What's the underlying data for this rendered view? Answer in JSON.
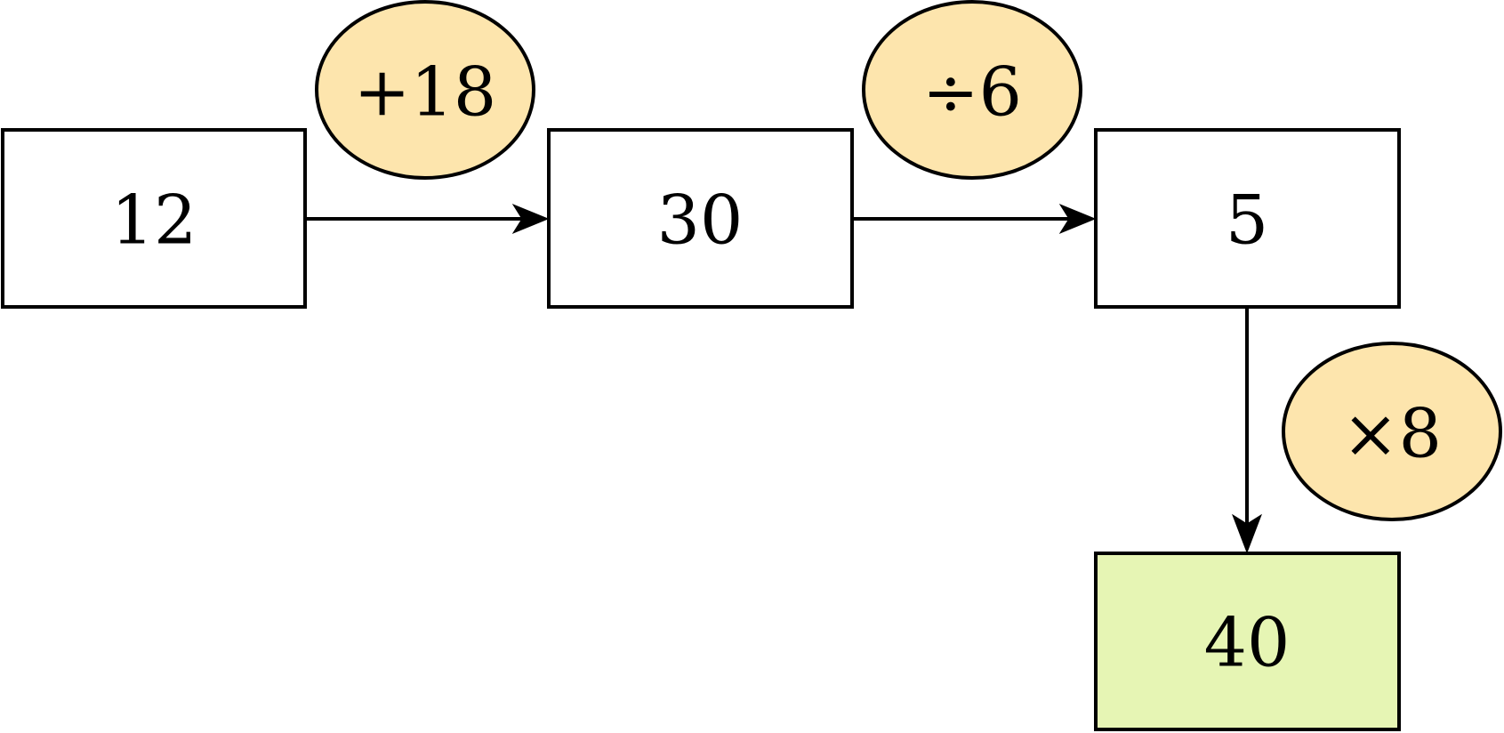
{
  "diagram": {
    "type": "flowchart",
    "boxes": {
      "start": "12",
      "step1": "30",
      "step2": "5",
      "result": "40"
    },
    "operations": {
      "op1": "+18",
      "op2": "÷6",
      "op3": "×8"
    },
    "colors": {
      "box_fill": "#ffffff",
      "result_fill": "#e6f5b4",
      "operation_fill": "#fde5ad",
      "stroke": "#000000"
    }
  }
}
